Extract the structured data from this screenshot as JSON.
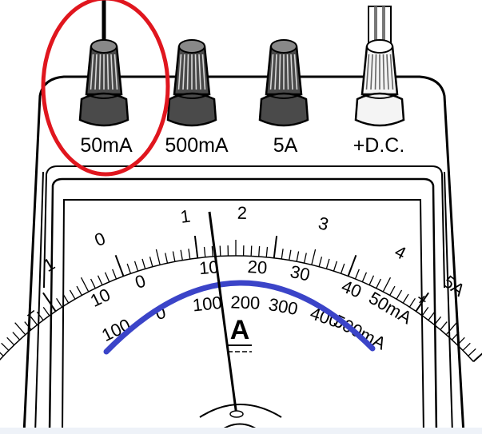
{
  "terminals": [
    {
      "id": "50ma",
      "label": "50mA",
      "style": "dark",
      "has_probe_wire": true,
      "highlighted": true
    },
    {
      "id": "500ma",
      "label": "500mA",
      "style": "dark",
      "has_probe_wire": false,
      "highlighted": false
    },
    {
      "id": "5a",
      "label": "5A",
      "style": "dark",
      "has_probe_wire": false,
      "highlighted": false
    },
    {
      "id": "dc",
      "label": "+D.C.",
      "style": "light",
      "has_probe_wire": true,
      "highlighted": false
    }
  ],
  "highlight_color": "#e0161e",
  "range_arc_color": "#3b44c8",
  "meter": {
    "unit_symbol": "A",
    "outer_scale_labels": [
      "1",
      "0",
      "1",
      "2",
      "3",
      "4",
      "5A"
    ],
    "outer_signs": [
      "−",
      "+"
    ],
    "middle_scale_labels": [
      "10",
      "0",
      "10",
      "20",
      "30",
      "40",
      "50mA"
    ],
    "inner_scale_labels": [
      "100",
      "0",
      "100",
      "200",
      "300",
      "400",
      "500mA"
    ]
  }
}
